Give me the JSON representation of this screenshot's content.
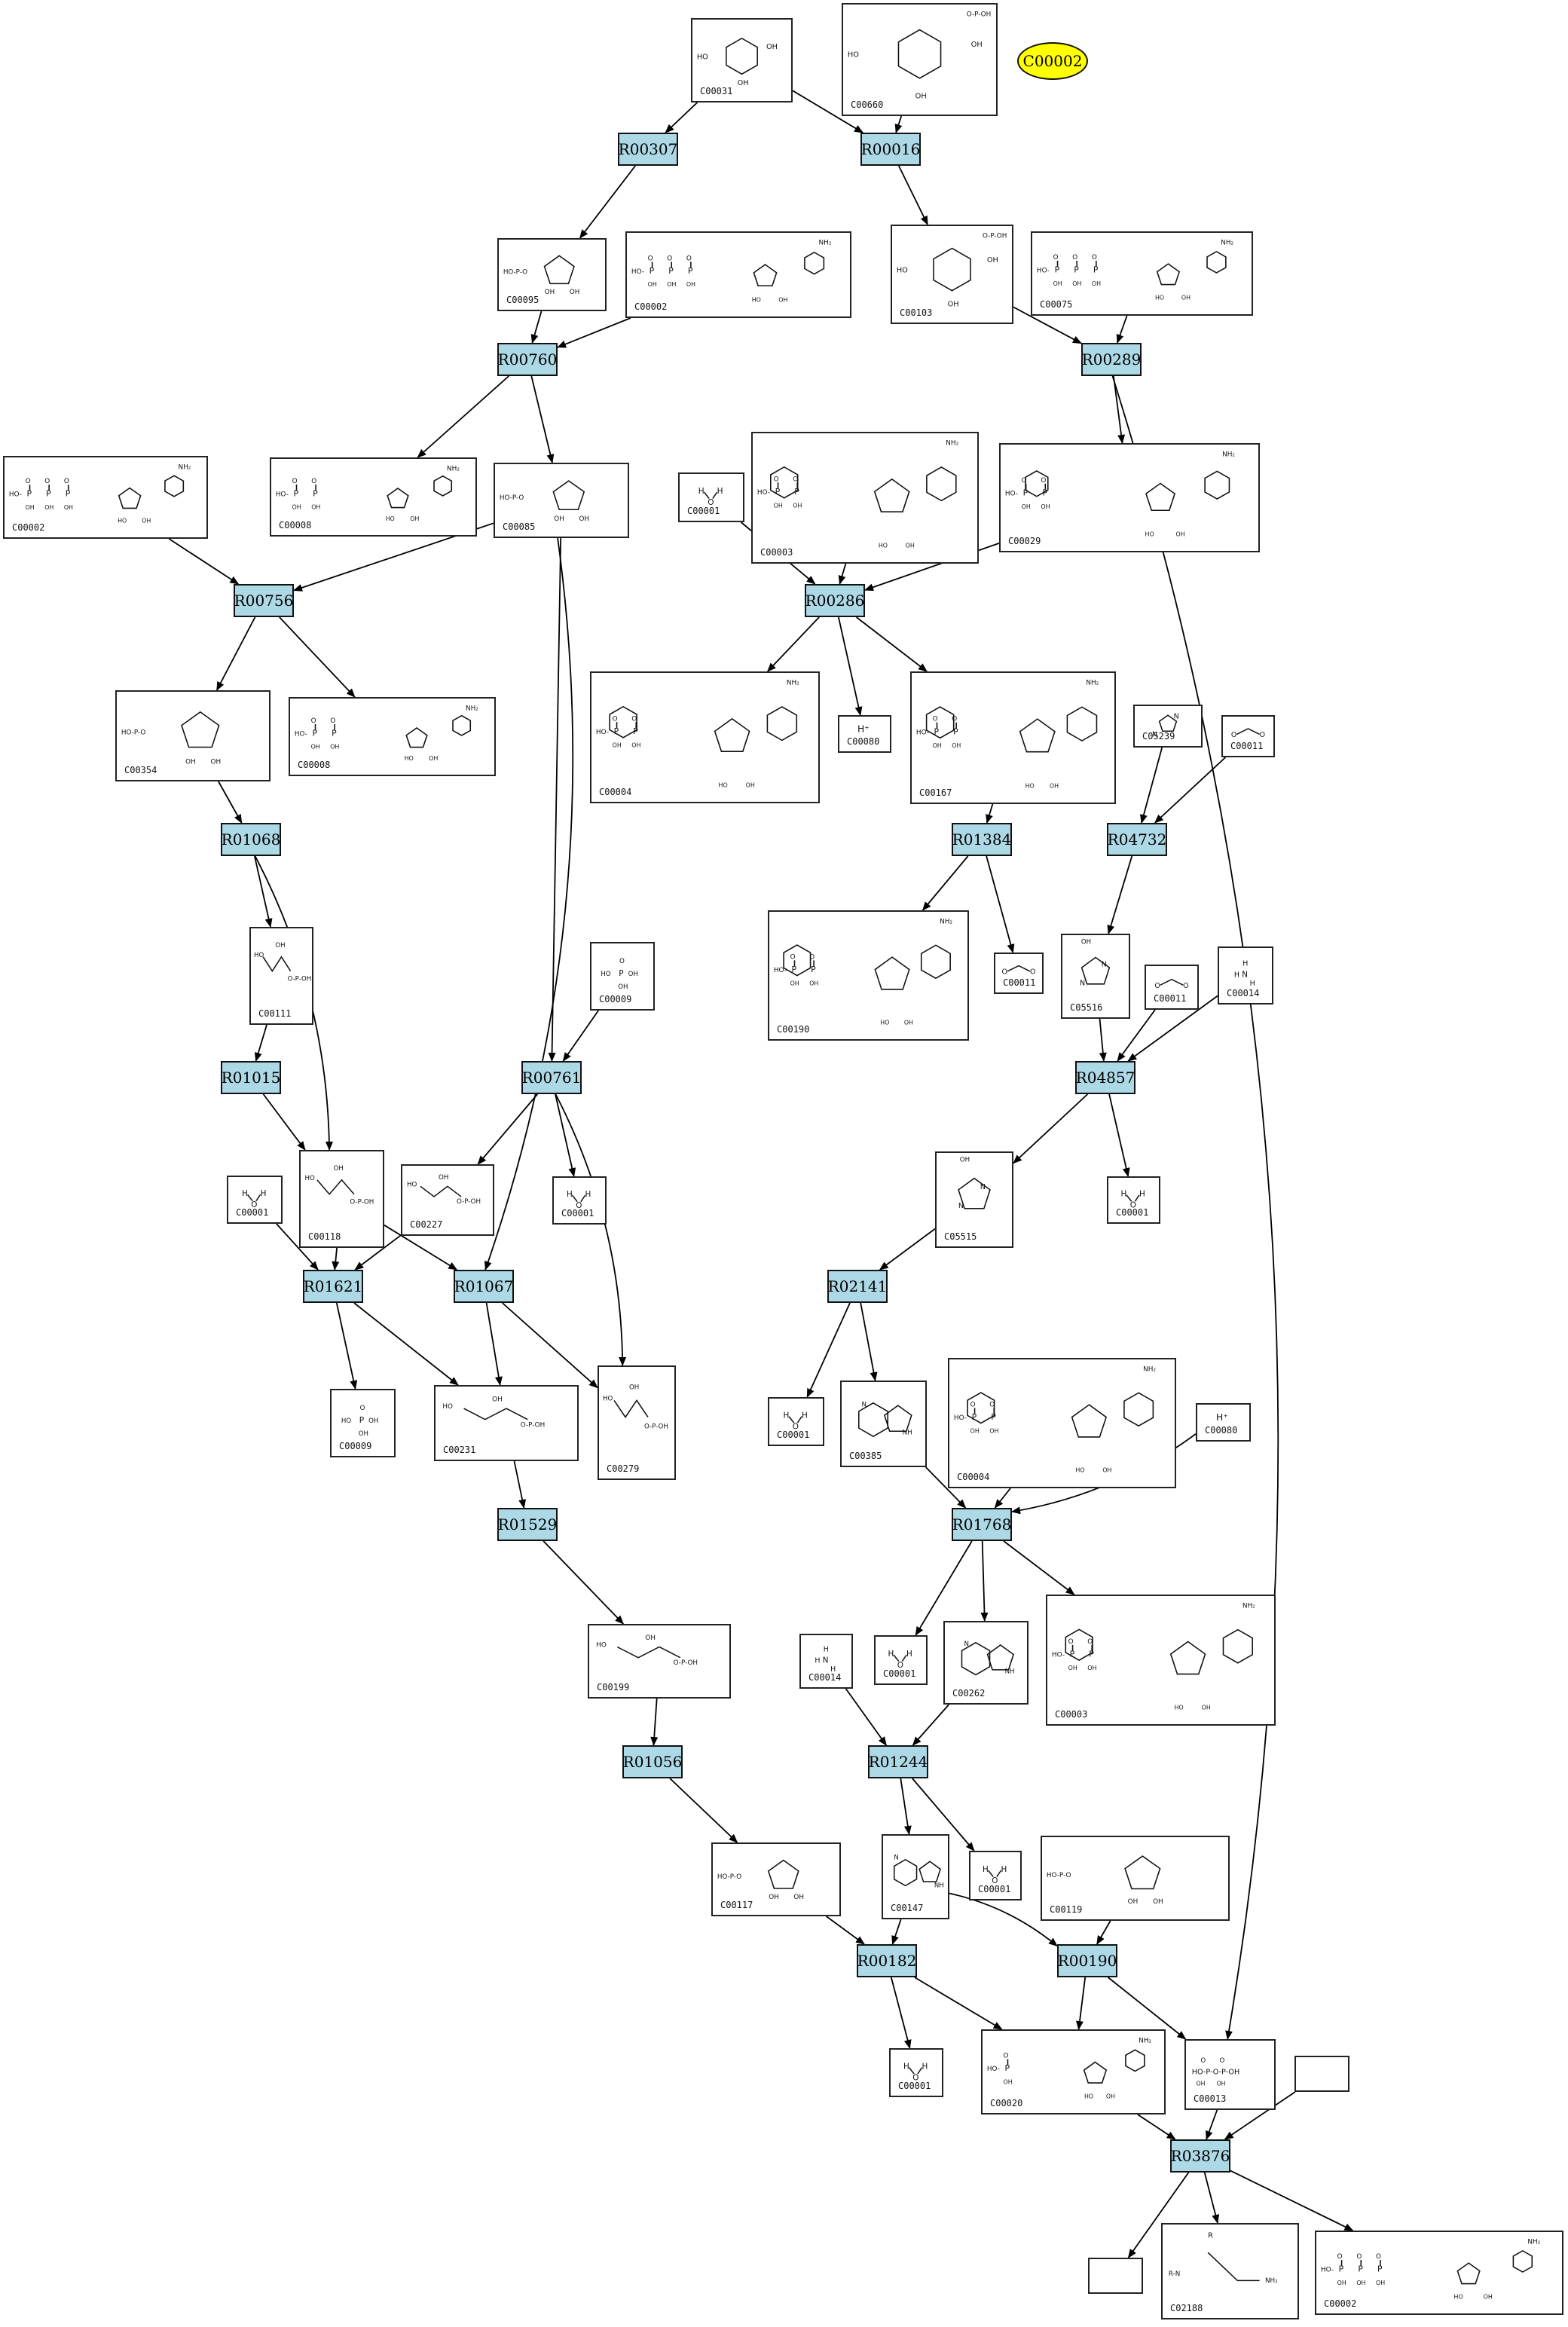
{
  "colors": {
    "reaction_fill": "#add8e6",
    "highlight_fill": "#ffff00",
    "edge": "#000000"
  },
  "highlight": {
    "id": "C00002"
  },
  "reactions": [
    {
      "key": "R00307",
      "label": "R00307"
    },
    {
      "key": "R00016",
      "label": "R00016"
    },
    {
      "key": "R00760",
      "label": "R00760"
    },
    {
      "key": "R00289",
      "label": "R00289"
    },
    {
      "key": "R00756",
      "label": "R00756"
    },
    {
      "key": "R00286",
      "label": "R00286"
    },
    {
      "key": "R01068",
      "label": "R01068"
    },
    {
      "key": "R01384",
      "label": "R01384"
    },
    {
      "key": "R04732",
      "label": "R04732"
    },
    {
      "key": "R01015",
      "label": "R01015"
    },
    {
      "key": "R00761",
      "label": "R00761"
    },
    {
      "key": "R04857",
      "label": "R04857"
    },
    {
      "key": "R01621",
      "label": "R01621"
    },
    {
      "key": "R01067",
      "label": "R01067"
    },
    {
      "key": "R02141",
      "label": "R02141"
    },
    {
      "key": "R01529",
      "label": "R01529"
    },
    {
      "key": "R01768",
      "label": "R01768"
    },
    {
      "key": "R01056",
      "label": "R01056"
    },
    {
      "key": "R01244",
      "label": "R01244"
    },
    {
      "key": "R00182",
      "label": "R00182"
    },
    {
      "key": "R00190",
      "label": "R00190"
    },
    {
      "key": "R03876",
      "label": "R03876"
    }
  ],
  "compounds": [
    {
      "key": "c00031",
      "id": "C00031",
      "shape": "hexose"
    },
    {
      "key": "c00660",
      "id": "C00660",
      "shape": "hexose-bisphosphate"
    },
    {
      "key": "c00095",
      "id": "C00095",
      "shape": "furanose"
    },
    {
      "key": "c00002a",
      "id": "C00002",
      "shape": "nucleoside-triphosphate"
    },
    {
      "key": "c00103",
      "id": "C00103",
      "shape": "hexose-phosphate"
    },
    {
      "key": "c00075",
      "id": "C00075",
      "shape": "nucleoside-triphosphate"
    },
    {
      "key": "c00002b",
      "id": "C00002",
      "shape": "nucleoside-triphosphate"
    },
    {
      "key": "c00008a",
      "id": "C00008",
      "shape": "nucleoside-diphosphate"
    },
    {
      "key": "c00085",
      "id": "C00085",
      "shape": "furanose-phosphate"
    },
    {
      "key": "c00001a",
      "id": "C00001",
      "shape": "water"
    },
    {
      "key": "c00003a",
      "id": "C00003",
      "shape": "dinucleotide"
    },
    {
      "key": "c00029",
      "id": "C00029",
      "shape": "sugar-nucleotide"
    },
    {
      "key": "c00354",
      "id": "C00354",
      "shape": "furanose-bisphosphate"
    },
    {
      "key": "c00008b",
      "id": "C00008",
      "shape": "nucleoside-diphosphate"
    },
    {
      "key": "c00004a",
      "id": "C00004",
      "shape": "dinucleotide"
    },
    {
      "key": "c00080a",
      "id": "C00080",
      "shape": "proton"
    },
    {
      "key": "c00167",
      "id": "C00167",
      "shape": "sugar-nucleotide"
    },
    {
      "key": "c05239",
      "id": "C05239",
      "shape": "imidazole"
    },
    {
      "key": "c00011a",
      "id": "C00011",
      "shape": "co2"
    },
    {
      "key": "c00111",
      "id": "C00111",
      "shape": "triose-phosphate"
    },
    {
      "key": "c00009a",
      "id": "C00009",
      "shape": "phosphate"
    },
    {
      "key": "c00190",
      "id": "C00190",
      "shape": "sugar-nucleotide"
    },
    {
      "key": "c00011b",
      "id": "C00011",
      "shape": "co2"
    },
    {
      "key": "c05516",
      "id": "C05516",
      "shape": "imidazole-acid"
    },
    {
      "key": "c00011c",
      "id": "C00011",
      "shape": "co2"
    },
    {
      "key": "c00014a",
      "id": "C00014",
      "shape": "ammonia"
    },
    {
      "key": "c00001b",
      "id": "C00001",
      "shape": "water"
    },
    {
      "key": "c00118",
      "id": "C00118",
      "shape": "triose-phosphate"
    },
    {
      "key": "c00227",
      "id": "C00227",
      "shape": "acetyl-phosphate"
    },
    {
      "key": "c00001c",
      "id": "C00001",
      "shape": "water"
    },
    {
      "key": "c05515",
      "id": "C05515",
      "shape": "imidazole-acid"
    },
    {
      "key": "c00001d",
      "id": "C00001",
      "shape": "water"
    },
    {
      "key": "c00009b",
      "id": "C00009",
      "shape": "phosphate"
    },
    {
      "key": "c00231",
      "id": "C00231",
      "shape": "pentulose-phosphate"
    },
    {
      "key": "c00279",
      "id": "C00279",
      "shape": "tetrose-phosphate"
    },
    {
      "key": "c00001e",
      "id": "C00001",
      "shape": "water"
    },
    {
      "key": "c00385",
      "id": "C00385",
      "shape": "purine"
    },
    {
      "key": "c00004b",
      "id": "C00004",
      "shape": "dinucleotide"
    },
    {
      "key": "c00080b",
      "id": "C00080",
      "shape": "proton"
    },
    {
      "key": "c00199",
      "id": "C00199",
      "shape": "pentulose-phosphate"
    },
    {
      "key": "c00014b",
      "id": "C00014",
      "shape": "ammonia"
    },
    {
      "key": "c00001f",
      "id": "C00001",
      "shape": "water"
    },
    {
      "key": "c00262",
      "id": "C00262",
      "shape": "purine"
    },
    {
      "key": "c00003b",
      "id": "C00003",
      "shape": "dinucleotide"
    },
    {
      "key": "c00117",
      "id": "C00117",
      "shape": "furanose-phosphate"
    },
    {
      "key": "c00147",
      "id": "C00147",
      "shape": "purine"
    },
    {
      "key": "c00001g",
      "id": "C00001",
      "shape": "water"
    },
    {
      "key": "c00119",
      "id": "C00119",
      "shape": "furanose-triphosphate"
    },
    {
      "key": "c00001h",
      "id": "C00001",
      "shape": "water"
    },
    {
      "key": "c00020",
      "id": "C00020",
      "shape": "nucleoside-monophosphate"
    },
    {
      "key": "c00013",
      "id": "C00013",
      "shape": "diphosphate"
    },
    {
      "key": "blank1",
      "id": "",
      "shape": "empty"
    },
    {
      "key": "blank2",
      "id": "",
      "shape": "empty"
    },
    {
      "key": "c02188",
      "id": "C02188",
      "shape": "peptide"
    },
    {
      "key": "c00002c",
      "id": "C00002",
      "shape": "nucleoside-triphosphate"
    }
  ]
}
